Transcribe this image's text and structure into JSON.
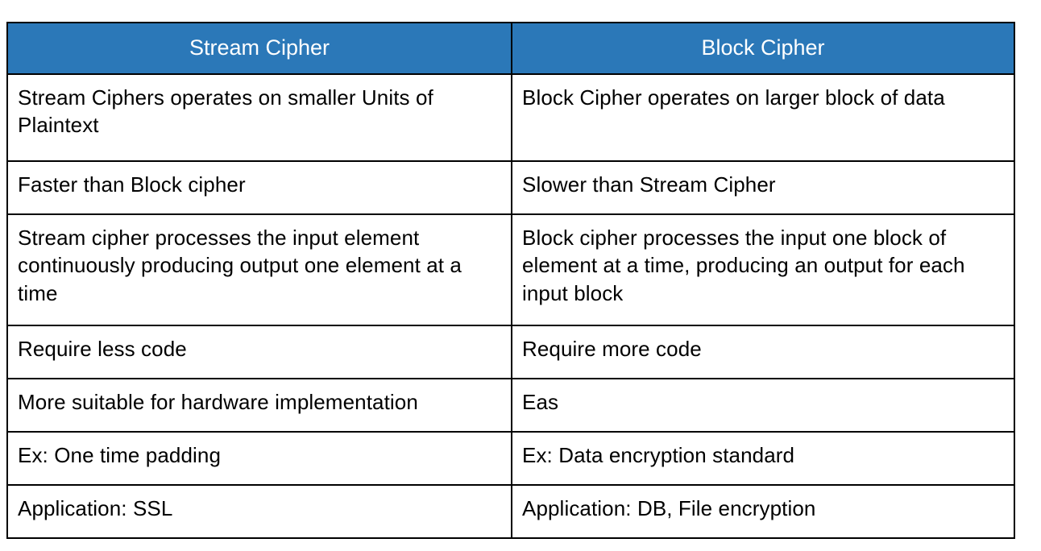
{
  "document": {
    "type": "comparison-table",
    "title": "Stream Cipher vs Block Cipher"
  },
  "colors": {
    "header_background": "#2b78b8",
    "header_text": "#ffffff",
    "body_background": "#ffffff",
    "body_text": "#000000",
    "border": "#000000"
  },
  "table": {
    "headers": [
      {
        "label": "Stream Cipher"
      },
      {
        "label": "Block Cipher"
      }
    ],
    "rows": [
      {
        "left": "Stream Ciphers operates on smaller Units of Plaintext",
        "right": "Block Cipher operates on larger block of data"
      },
      {
        "left": "Faster than Block cipher",
        "right": "Slower than Stream Cipher"
      },
      {
        "left": "Stream cipher processes the input element continuously producing output one element at a time",
        "right": "Block cipher processes the input one block of element at a time, producing an output for each input block"
      },
      {
        "left": "Require less code",
        "right": "Require more code"
      },
      {
        "left": "More suitable for hardware implementation",
        "right": "Eas"
      },
      {
        "left": "Ex: One time padding",
        "right": "Ex: Data encryption standard"
      },
      {
        "left": "Application: SSL",
        "right": "Application: DB, File encryption"
      }
    ]
  }
}
